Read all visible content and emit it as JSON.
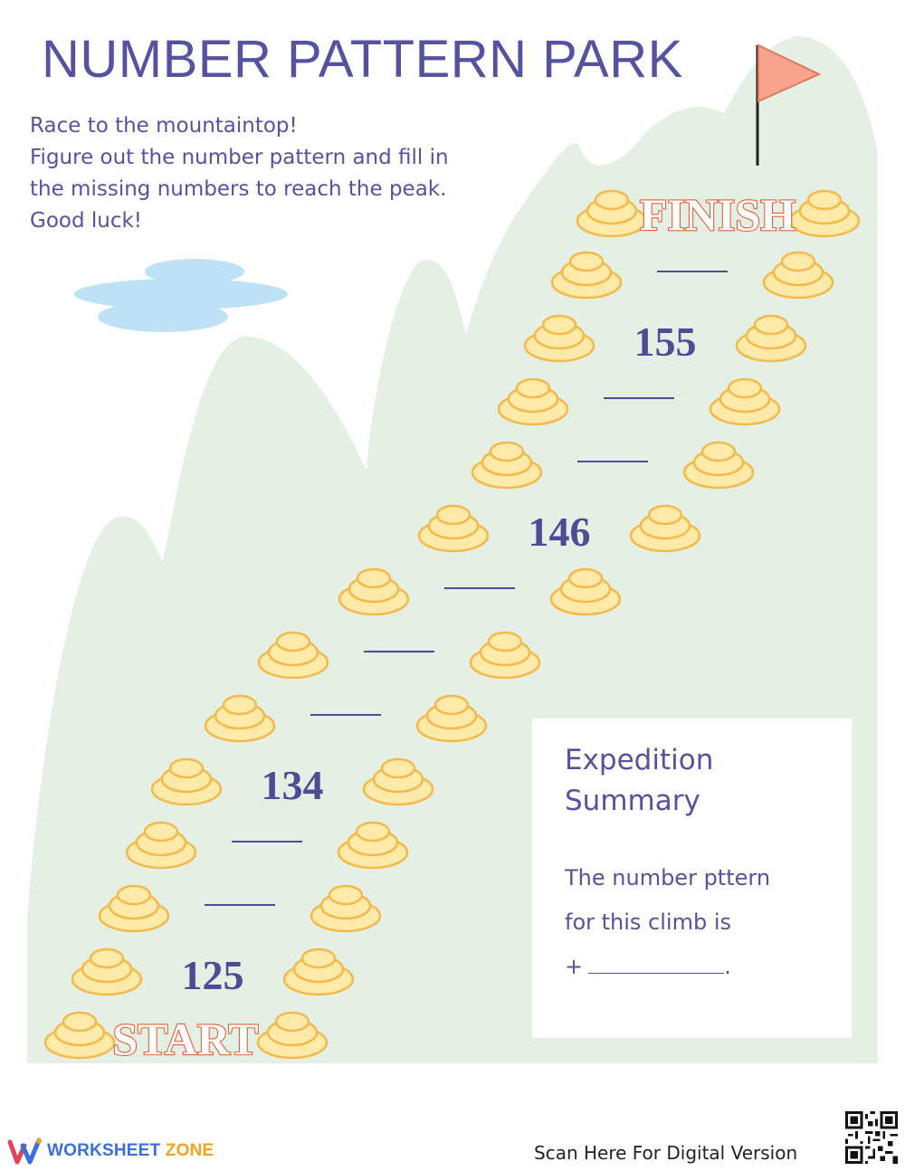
{
  "header": {
    "title": "NUMBER PATTERN PARK"
  },
  "intro": {
    "lines": [
      "Race to the mountaintop!",
      "Figure out the number pattern and fill in",
      "the missing numbers to reach the peak.",
      "Good luck!"
    ]
  },
  "path": {
    "start_label": "START",
    "finish_label": "FINISH",
    "steps": [
      "125",
      "",
      "",
      "134",
      "",
      "",
      "",
      "146",
      "",
      "",
      "155",
      ""
    ]
  },
  "summary": {
    "title_lines": [
      "Expedition",
      "Summary"
    ],
    "body_lines": [
      "The number pttern",
      "for this climb is"
    ],
    "answer_prefix": "+",
    "answer_suffix": "."
  },
  "footer": {
    "brand_word_1": "WORKSHEET",
    "brand_word_2": "ZONE",
    "scan_text": "Scan Here For Digital Version"
  },
  "colors": {
    "title": "#5553a0",
    "mountain": "#e3f0e3",
    "stone_fill": "#fde9a8",
    "stone_stroke": "#f5b94a",
    "label_orange": "#e8603a",
    "flag": "#f7a48c",
    "cloud": "#bde2f5"
  },
  "icons": [
    "flag-icon",
    "cloud-icon",
    "stone-icon",
    "brand-logo-icon",
    "qr-code-icon"
  ]
}
